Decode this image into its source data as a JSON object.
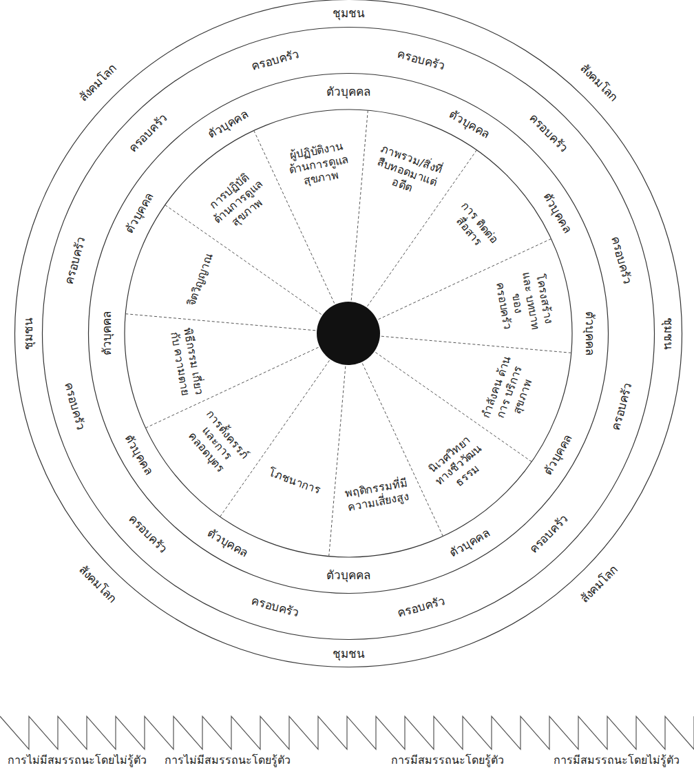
{
  "diagram": {
    "nodes": [
      {
        "text": [
          "ชุมชน",
          "ชุมชน",
          "ชุมชน",
          "ชุมชน"
        ]
      },
      {
        "text": [
          "ครอบครัว",
          "ครอบครัว",
          "ครอบครัว",
          "ครอบครัว",
          "ครอบครัว",
          "ครอบครัว",
          "ครอบครัว",
          "ครอบครัว",
          "ครอบครัว",
          "ครอบครัว",
          "ครอบครัว",
          "ครอบครัว"
        ],
        "in": 0
      },
      {
        "text": [
          "ตัวบุคคล",
          "ตัวบุคคล",
          "ตัวบุคคล",
          "ตัวบุคคล",
          "ตัวบุคคล",
          "ตัวบุคคล",
          "ตัวบุคคล",
          "ตัวบุคคล",
          "ตัวบุคคล",
          "ตัวบุคคล",
          "ตัวบุคคล",
          "ตัวบุคคล"
        ],
        "in": 1
      },
      {
        "text": [
          "ผู้ปฏิบัติงาน ด้านการดูแล สุขภาพ"
        ],
        "in": 2
      },
      {
        "text": [
          "ภาพรวม/สิ่งที่ สืบทอดมาแต่ อดีต"
        ],
        "in": 2
      },
      {
        "text": [
          "การ ติดต่อสื่อสาร"
        ],
        "in": 2
      },
      {
        "text": [
          "โครงสร้างและ บทบาทของ ครอบครัว"
        ],
        "in": 2
      },
      {
        "text": [
          "กำลังคน ด้านการ บริการ สุขภาพ"
        ],
        "in": 2
      },
      {
        "text": [
          "นิเวศวิทยา ทางชีววัฒน ธรรม"
        ],
        "in": 2
      },
      {
        "text": [
          "พฤติกรรมที่มี ความเสี่ยงสูง"
        ],
        "in": 2
      },
      {
        "text": [
          "โภชนาการ"
        ],
        "in": 2
      },
      {
        "text": [
          "การตั้งครรภ์ และการ คลอดบุตร"
        ],
        "in": 2
      },
      {
        "text": [
          "พิธีกรรม เกี่ยวกับ ความตาย"
        ],
        "in": 2
      },
      {
        "text": [
          "จิตวิญญาณ"
        ],
        "in": 2
      },
      {
        "text": [
          "การปฏิบัติ ด้านการดูแล สุขภาพ"
        ],
        "in": 2
      }
    ],
    "labels": [
      "สังคมโลก",
      "สังคมโลก",
      "สังคมโลก",
      "สังคมโลก",
      "การไม่มีสมรรถนะโดยไม่รู้ตัว",
      "การไม่มีสมรรถนะโดยรู้ตัว",
      "การมีสมรรถนะโดยรู้ตัว",
      "การมีสมรรถนะโดยไม่รู้ตัว"
    ]
  }
}
